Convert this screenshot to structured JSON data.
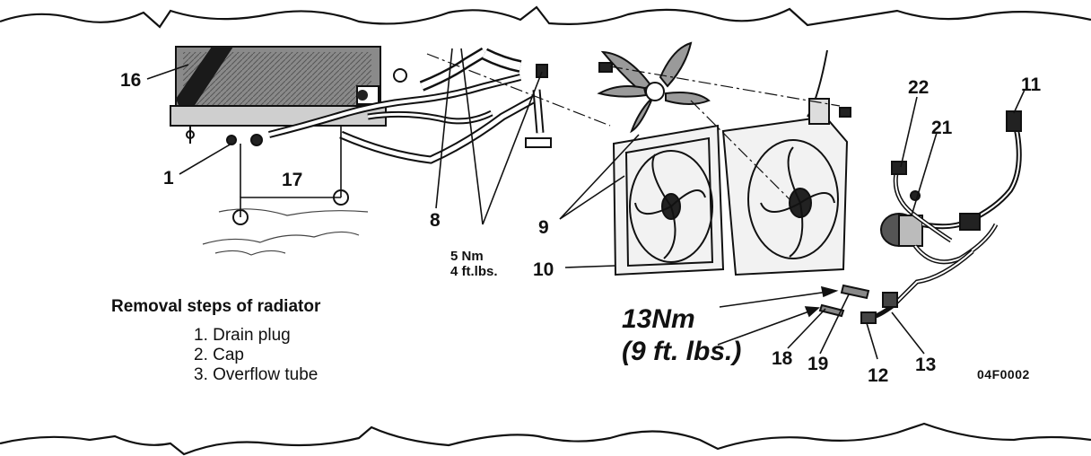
{
  "callouts": [
    "16",
    "1",
    "17",
    "8",
    "9",
    "10",
    "22",
    "11",
    "21",
    "18",
    "19",
    "12",
    "13"
  ],
  "torque_small": {
    "line1": "5 Nm",
    "line2": "4 ft.lbs."
  },
  "torque_large": {
    "line1": "13Nm",
    "line2": "(9 ft. lbs.)"
  },
  "removal_steps": {
    "title": "Removal steps of radiator",
    "items": [
      "1. Drain plug",
      "2. Cap",
      "3. Overflow tube"
    ]
  },
  "figure_code": "04F0002"
}
